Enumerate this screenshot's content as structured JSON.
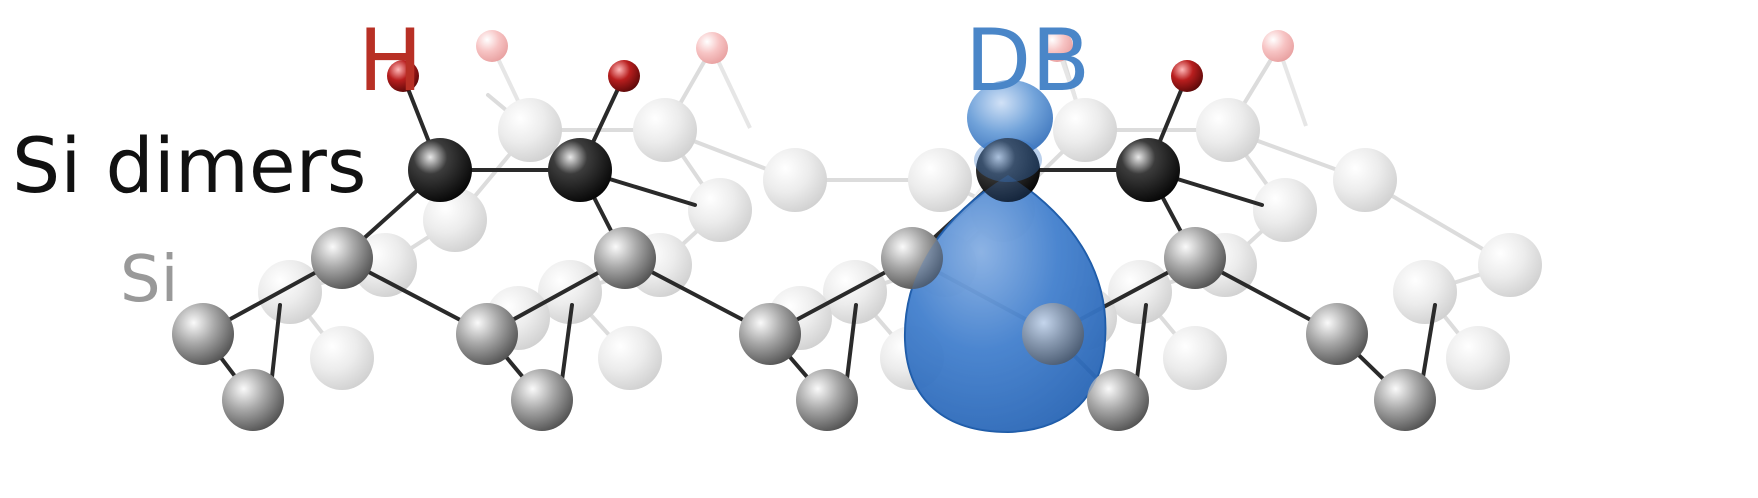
{
  "labels": {
    "hydrogen": "H",
    "dangling_bond": "DB",
    "si_dimers": "Si dimers",
    "silicon": "Si"
  },
  "colors": {
    "hydrogen_label": "#b83025",
    "dangling_bond_label": "#4a86c8",
    "si_dimers_label": "#111111",
    "silicon_label": "#999999",
    "hydrogen_atom": "#b01e1e",
    "dimer_atom": "#1c1c1c",
    "silicon_atom": "#9a9a9a",
    "orbital": "#2f6fc0"
  }
}
